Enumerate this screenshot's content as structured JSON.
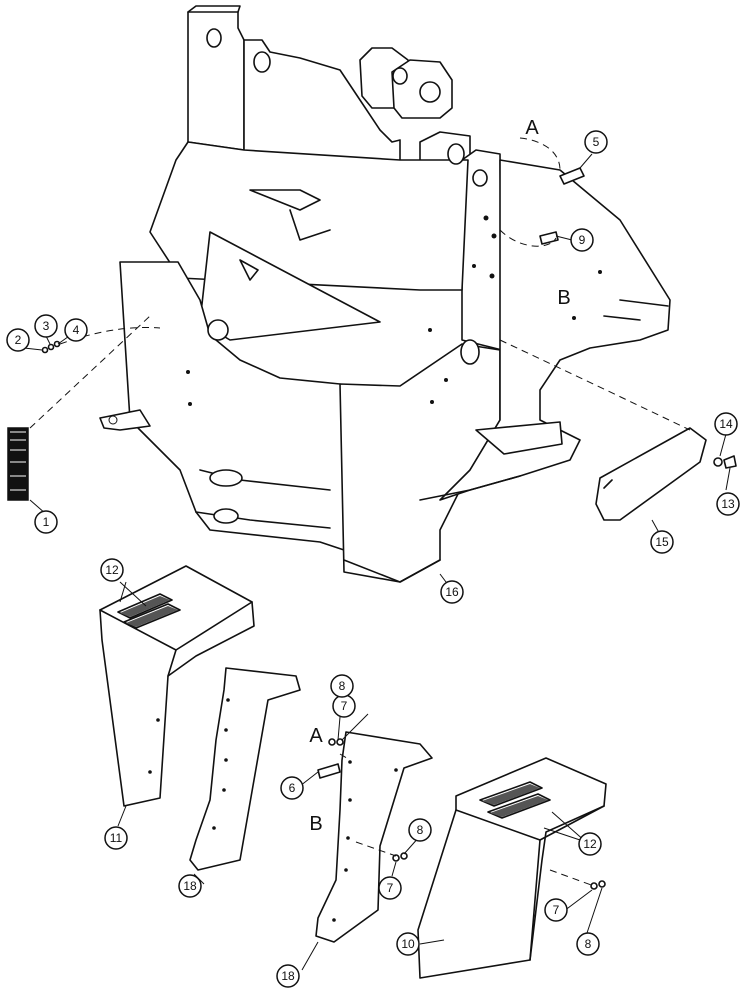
{
  "callouts": [
    {
      "n": "1"
    },
    {
      "n": "2"
    },
    {
      "n": "3"
    },
    {
      "n": "4"
    },
    {
      "n": "5"
    },
    {
      "n": "6"
    },
    {
      "n": "7"
    },
    {
      "n": "7"
    },
    {
      "n": "7"
    },
    {
      "n": "8"
    },
    {
      "n": "8"
    },
    {
      "n": "8"
    },
    {
      "n": "9"
    },
    {
      "n": "10"
    },
    {
      "n": "11"
    },
    {
      "n": "12"
    },
    {
      "n": "12"
    },
    {
      "n": "13"
    },
    {
      "n": "14"
    },
    {
      "n": "15"
    },
    {
      "n": "16"
    },
    {
      "n": "18"
    },
    {
      "n": "18"
    }
  ],
  "refs": [
    "A",
    "B",
    "A",
    "B"
  ]
}
